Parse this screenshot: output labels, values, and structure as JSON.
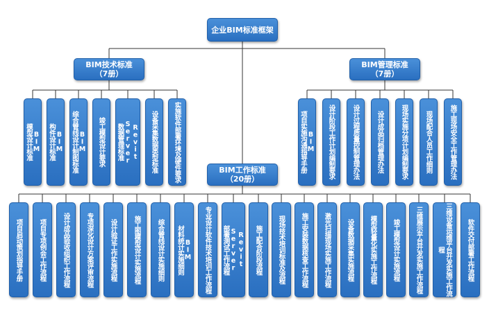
{
  "root": "企业BIM标准框架",
  "groups": [
    {
      "id": "tech",
      "title": "BIM技术标准\n（7册）",
      "items": [
        "BIM\n模型设计标准",
        "BIM\n构件设计标准",
        "BIM\n综合管线设计制图标准",
        "竣工模型设计要求",
        "Revit\nServer\n数据管理标准",
        "设备采集数据类型标准",
        "实施软件部署环境及硬件要求"
      ]
    },
    {
      "id": "mgmt",
      "title": "BIM管理标准\n（7册）",
      "items": [
        "BIM\n项目实施沟通指导手册",
        "设计阶段工作计划编制要求",
        "设计过程质量控制管理办法",
        "设计成品归档管理办法",
        "现场实施分项计划编制要求",
        "现场配合人员工作细则",
        "施工现场安全工作管理办法"
      ]
    },
    {
      "id": "work",
      "title": "BIM工作标准\n（20册）",
      "items": [
        "项目启动策划指导手册",
        "项目专项例会工作流程",
        "设计成品验收组织工作流程",
        "专项深化设计方案评审流程",
        "设计验证工作实施流程",
        "施工图模型设计实施流程",
        "综合管线设计实施细则",
        "BIM\n材料统计实施细则",
        "专业设计软件技术培训工作流程",
        "Revit\nServer\n部署测试工作流程",
        "施工配合阶段流程",
        "现场技术培训标准及流程",
        "施工安装数据核查工作流程",
        "激光扫描现场实施工作流程",
        "设备数据采集实施流程",
        "模型轻量化实施工作流程",
        "竣工模型设计实施流程",
        "三维展示平台开发实施工作流程",
        "三维设备运维平台开发实施工作流程",
        "软件交付部署工作流程"
      ]
    }
  ]
}
